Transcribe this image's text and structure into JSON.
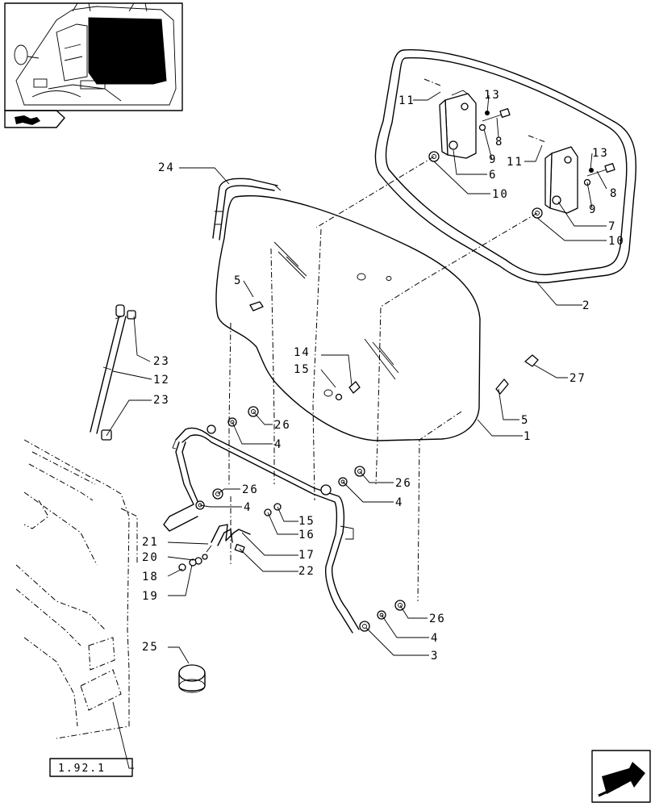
{
  "callouts": [
    {
      "id": "l1",
      "text": "1"
    },
    {
      "id": "l2",
      "text": "2"
    },
    {
      "id": "l3",
      "text": "3"
    },
    {
      "id": "l4a",
      "text": "4"
    },
    {
      "id": "l4b",
      "text": "4"
    },
    {
      "id": "l4c",
      "text": "4"
    },
    {
      "id": "l4d",
      "text": "4"
    },
    {
      "id": "l5a",
      "text": "5"
    },
    {
      "id": "l5b",
      "text": "5"
    },
    {
      "id": "l6",
      "text": "6"
    },
    {
      "id": "l7",
      "text": "7"
    },
    {
      "id": "l8a",
      "text": "8"
    },
    {
      "id": "l8b",
      "text": "8"
    },
    {
      "id": "l9a",
      "text": "9"
    },
    {
      "id": "l9b",
      "text": "9"
    },
    {
      "id": "l10a",
      "text": "10"
    },
    {
      "id": "l10b",
      "text": "10"
    },
    {
      "id": "l11a",
      "text": "11"
    },
    {
      "id": "l11b",
      "text": "11"
    },
    {
      "id": "l12",
      "text": "12"
    },
    {
      "id": "l13a",
      "text": "13"
    },
    {
      "id": "l13b",
      "text": "13"
    },
    {
      "id": "l14",
      "text": "14"
    },
    {
      "id": "l15a",
      "text": "15"
    },
    {
      "id": "l15b",
      "text": "15"
    },
    {
      "id": "l16",
      "text": "16"
    },
    {
      "id": "l17",
      "text": "17"
    },
    {
      "id": "l18",
      "text": "18"
    },
    {
      "id": "l19",
      "text": "19"
    },
    {
      "id": "l20",
      "text": "20"
    },
    {
      "id": "l21",
      "text": "21"
    },
    {
      "id": "l22",
      "text": "22"
    },
    {
      "id": "l23a",
      "text": "23"
    },
    {
      "id": "l23b",
      "text": "23"
    },
    {
      "id": "l24",
      "text": "24"
    },
    {
      "id": "l25",
      "text": "25"
    },
    {
      "id": "l26a",
      "text": "26"
    },
    {
      "id": "l26b",
      "text": "26"
    },
    {
      "id": "l26c",
      "text": "26"
    },
    {
      "id": "l26d",
      "text": "26"
    },
    {
      "id": "l27",
      "text": "27"
    }
  ],
  "reference_box": {
    "text": "1.92.1"
  },
  "icons": {
    "thumbnail": "tractor-cab-rear-window-thumbnail-icon",
    "corner_arrow_top": "arrow-right-icon",
    "corner_arrow_bottom": "arrow-down-left-icon"
  }
}
